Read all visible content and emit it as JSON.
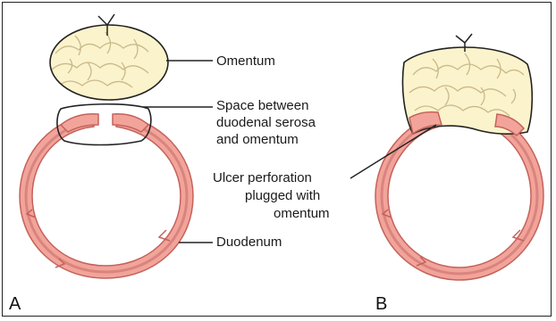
{
  "labels": {
    "omentum": "Omentum",
    "space_line1": "Space between",
    "space_line2": "duodenal serosa",
    "space_line3": "and omentum",
    "ulcer_line1": "Ulcer perforation",
    "ulcer_line2": "plugged with",
    "ulcer_line3": "omentum",
    "duodenum": "Duodenum"
  },
  "panels": {
    "a": "A",
    "b": "B"
  },
  "colors": {
    "duodenum_wall": "#f2a49a",
    "duodenum_inner": "#d9847e",
    "duodenum_outline": "#c4625c",
    "omentum_fill": "#fbf3cc",
    "omentum_lines": "#c9b98a"
  }
}
